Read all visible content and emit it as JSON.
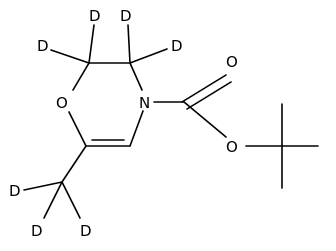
{
  "molecule": {
    "atom_labels": {
      "d_ring_c2_left": "D",
      "d_ring_c2_top": "D",
      "d_ring_c3_top": "D",
      "d_ring_c3_right": "D",
      "ring_oxygen": "O",
      "ring_nitrogen": "N",
      "carbonyl_oxygen": "O",
      "ester_oxygen": "O",
      "d_methyl_left": "D",
      "d_methyl_bottom_left": "D",
      "d_methyl_bottom_right": "D"
    },
    "colors": {
      "bond": "#000000",
      "label": "#000000",
      "background": "#ffffff"
    }
  }
}
